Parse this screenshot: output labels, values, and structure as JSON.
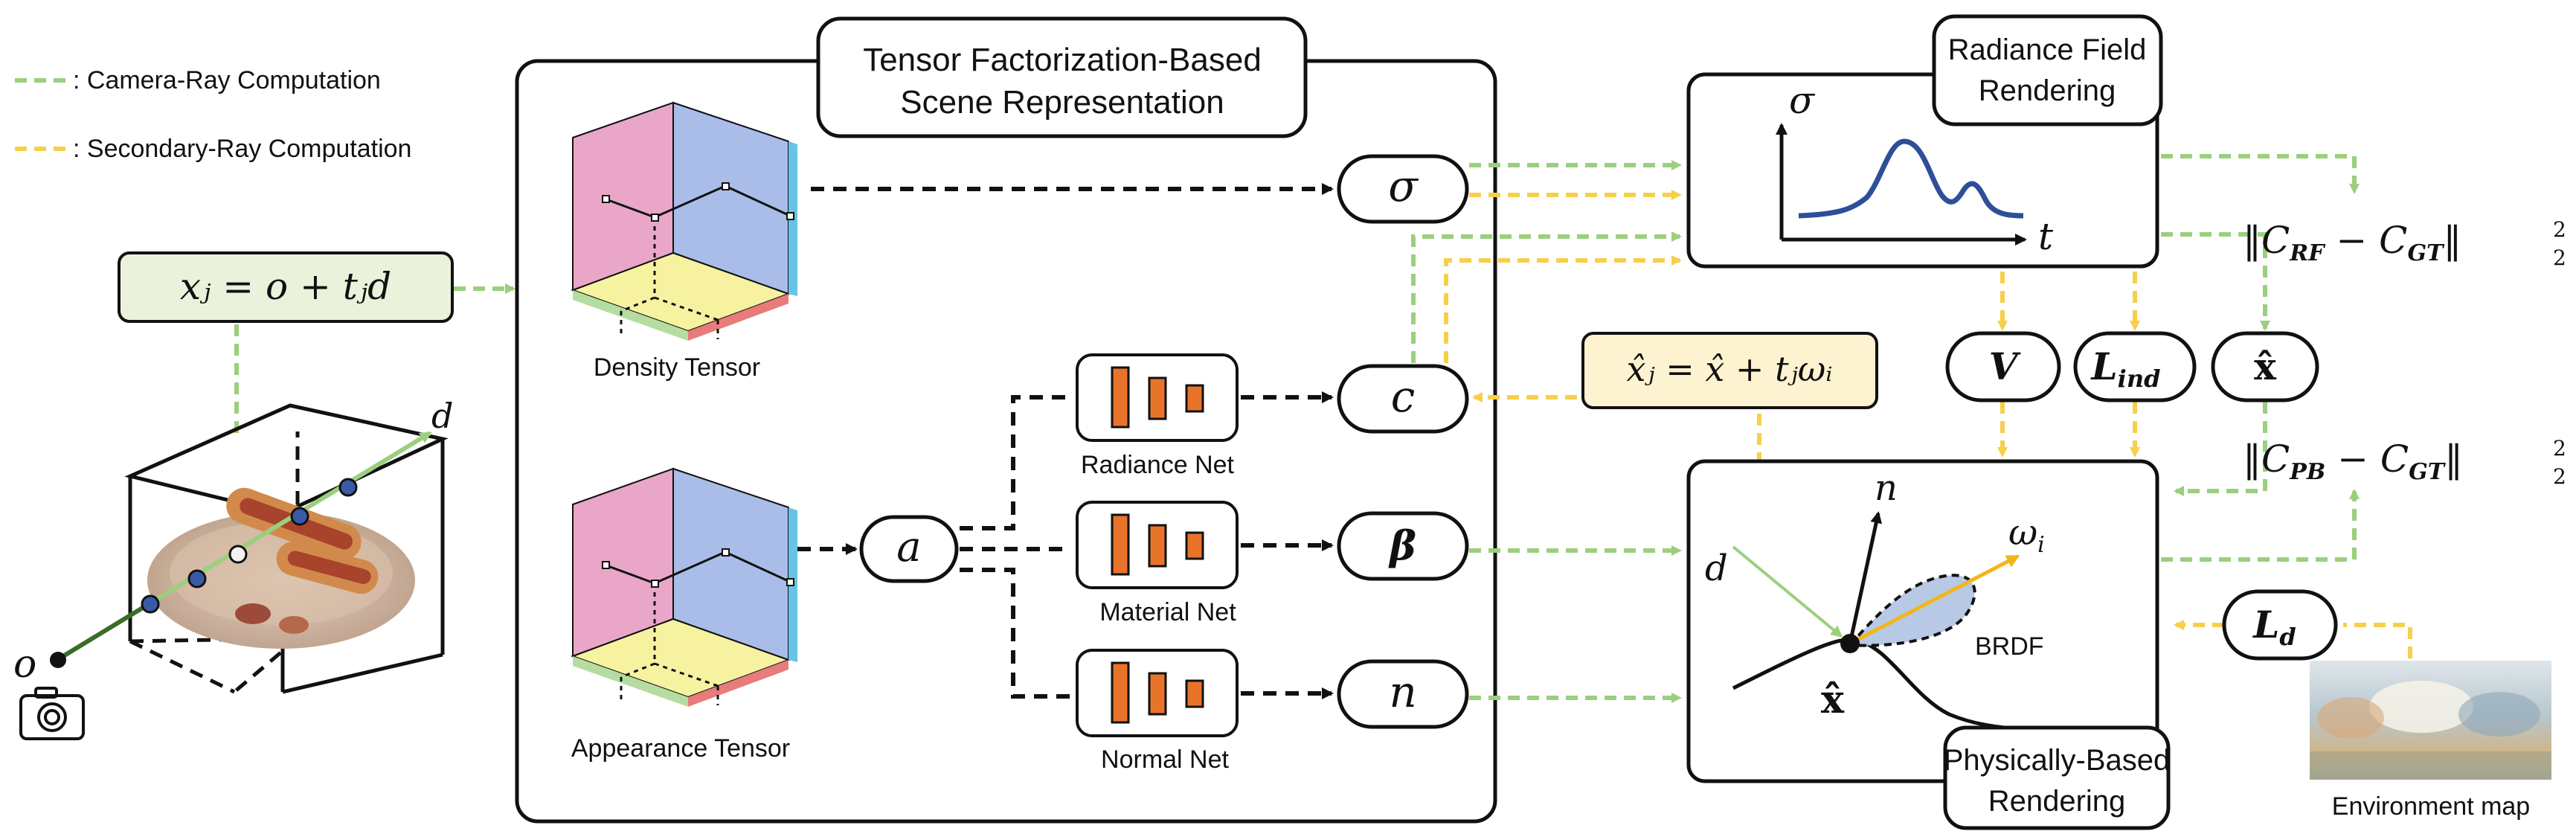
{
  "colors": {
    "camera_ray": "#9bcf7e",
    "secondary_ray": "#f7cf4b",
    "black": "#111111",
    "orange": "#e8742a",
    "formula_box_green": "#eaf2dc",
    "formula_box_yellow": "#fdf3d0",
    "plane_pink": "#e9a6c8",
    "plane_blue": "#a9bde8",
    "plane_yellow": "#f6f2a0",
    "curve_blue": "#2d4f9a"
  },
  "legend": {
    "camera": ": Camera-Ray Computation",
    "secondary": ": Secondary-Ray Computation"
  },
  "scene": {
    "ray_eq": "xⱼ = o + tⱼd",
    "origin": "o",
    "direction": "d"
  },
  "tensor_panel": {
    "title_l1": "Tensor Factorization-Based",
    "title_l2": "Scene Representation",
    "density": "Density Tensor",
    "appearance": "Appearance Tensor",
    "radiance_net": "Radiance Net",
    "material_net": "Material Net",
    "normal_net": "Normal Net",
    "a": "a",
    "sigma": "σ",
    "c": "c",
    "beta": "β",
    "n": "n"
  },
  "rf": {
    "title_l1": "Radiance Field",
    "title_l2": "Rendering",
    "y_axis": "σ",
    "x_axis": "t"
  },
  "mid": {
    "sec_eq": "x̂ⱼ = x̂ + tⱼωᵢ",
    "V": "V",
    "L_main": "L",
    "L_sub": "ind",
    "xhat": "x̂"
  },
  "pbr": {
    "title_l1": "Physically-Based",
    "title_l2": "Rendering",
    "d": "d",
    "n": "n",
    "omega": "ω",
    "omega_sub": "i",
    "brdf": "BRDF",
    "xhat": "x̂"
  },
  "losses": {
    "rf": {
      "open": "‖C",
      "sub_a": "RF",
      "minus": " − C",
      "sub_b": "GT",
      "close": "‖",
      "sup": "2",
      "low": "2"
    },
    "pb": {
      "open": "‖C",
      "sub_a": "PB",
      "minus": " − C",
      "sub_b": "GT",
      "close": "‖",
      "sup": "2",
      "low": "2"
    }
  },
  "env": {
    "Ld_main": "L",
    "Ld_sub": "d",
    "label": "Environment map"
  }
}
